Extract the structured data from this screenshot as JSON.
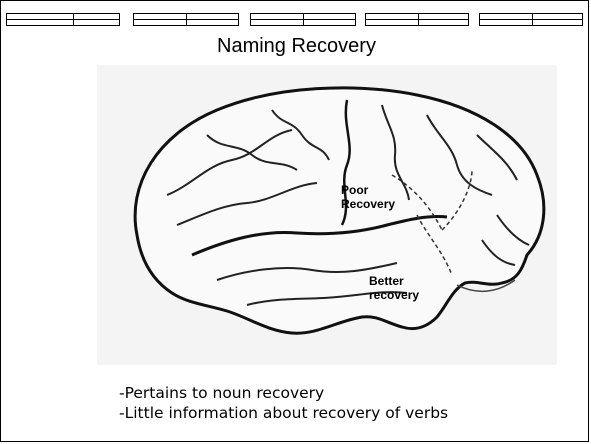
{
  "slide": {
    "title": "Naming Recovery",
    "labels": {
      "poor": [
        "Poor",
        "Recovery"
      ],
      "better": [
        "Better",
        "recovery"
      ]
    },
    "bullets": [
      "-Pertains to noun recovery",
      "-Little information about recovery of verbs"
    ]
  },
  "colors": {
    "ink": "#000000",
    "background": "#ffffff",
    "figure_bg": "#f4f4f4"
  },
  "icons": {
    "scale_bar": "ruler-bar-icon",
    "figure": "brain-illustration"
  }
}
